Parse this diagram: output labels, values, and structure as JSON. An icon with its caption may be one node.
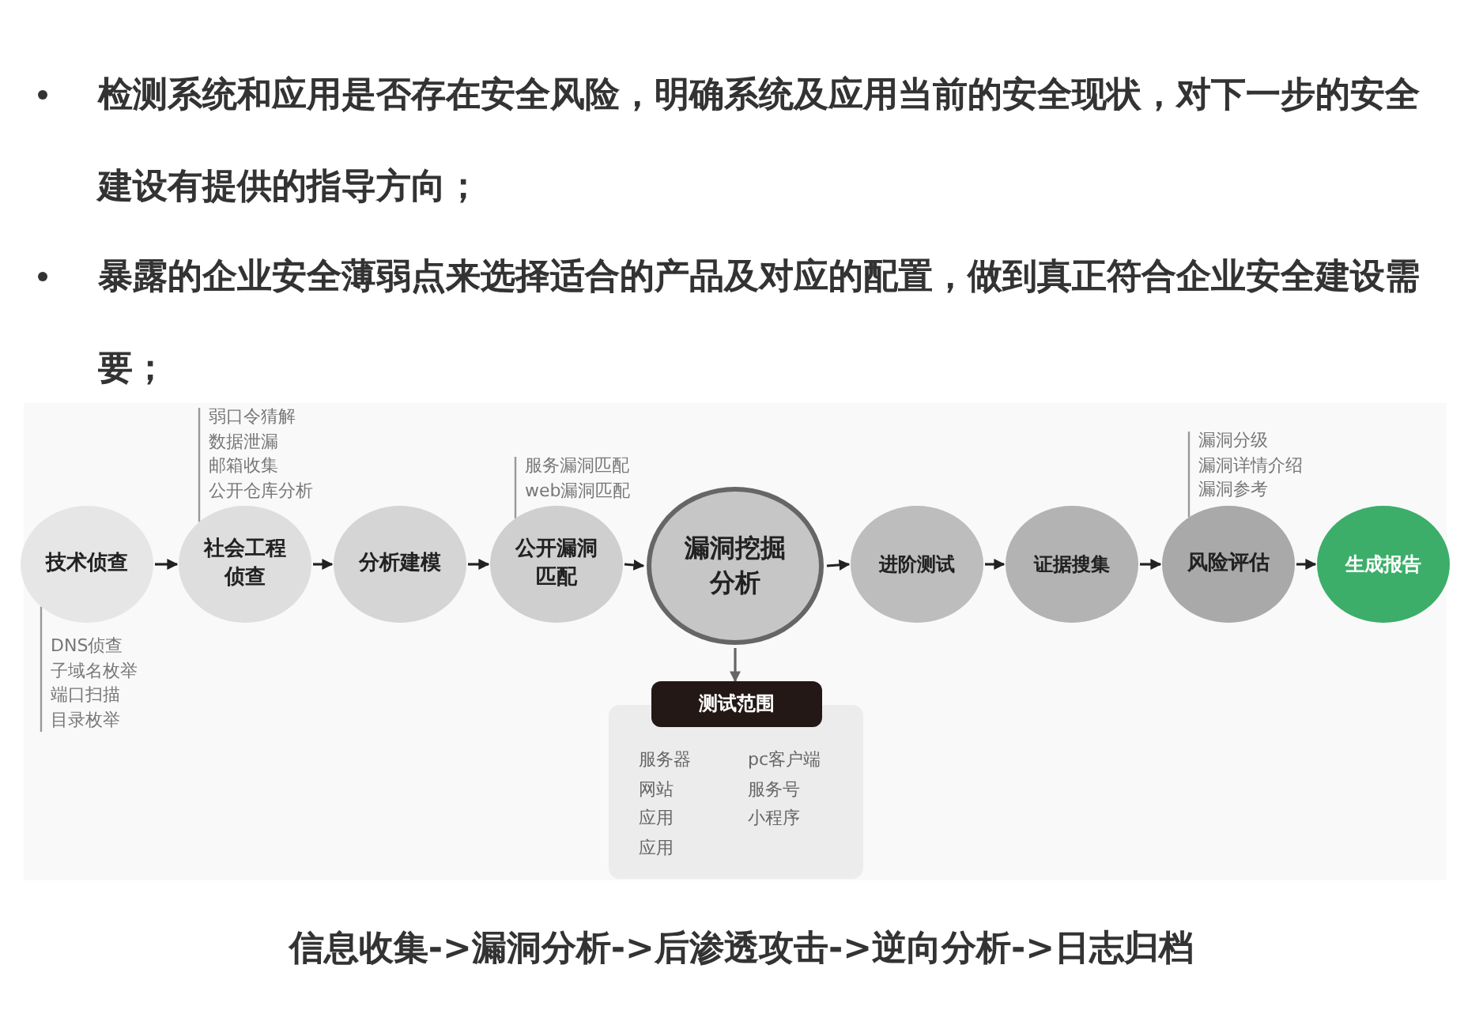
{
  "diagram": {
    "nodes": [
      {
        "text": [
          "技术侦查"
        ]
      },
      {
        "text": [
          "社会工程侦查"
        ]
      },
      {
        "text": [
          "分析建模"
        ]
      },
      {
        "text": [
          "公开漏洞匹配"
        ]
      },
      {
        "text": [
          "漏洞挖掘分析"
        ]
      },
      {
        "text": [
          "进阶测试"
        ]
      },
      {
        "text": [
          "证据搜集"
        ]
      },
      {
        "text": [
          "风险评估"
        ]
      },
      {
        "text": [
          "生成报告"
        ]
      },
      {
        "text": [
          "测试范围",
          "服务器",
          "pc客户端",
          "网站",
          "服务号",
          "应用",
          "小程序",
          "应用"
        ]
      },
      {
        "text": [
          "DNS侦查",
          "子域名枚举",
          "端口扫描",
          "目录枚举"
        ]
      },
      {
        "text": [
          "弱口令猜解",
          "数据泄漏",
          "邮箱收集",
          "公开仓库分析"
        ]
      },
      {
        "text": [
          "服务漏洞匹配",
          "web漏洞匹配"
        ]
      },
      {
        "text": [
          "漏洞分级",
          "漏洞详情介绍",
          "漏洞参考"
        ]
      }
    ],
    "edges": [
      {
        "from": 0,
        "to": 1,
        "arrow": "to"
      },
      {
        "from": 1,
        "to": 2,
        "arrow": "to"
      },
      {
        "from": 2,
        "to": 3,
        "arrow": "to"
      },
      {
        "from": 3,
        "to": 4,
        "arrow": "to"
      },
      {
        "from": 4,
        "to": 5,
        "arrow": "to"
      },
      {
        "from": 5,
        "to": 6,
        "arrow": "to"
      },
      {
        "from": 6,
        "to": 7,
        "arrow": "to"
      },
      {
        "from": 7,
        "to": 8,
        "arrow": "to"
      },
      {
        "from": 4,
        "to": 9,
        "arrow": "to",
        "color": "#666666"
      },
      {
        "from": 10,
        "to": 0,
        "arrow": "none",
        "color": "#999999"
      },
      {
        "from": 11,
        "to": 1,
        "arrow": "none",
        "color": "#999999"
      },
      {
        "from": 12,
        "to": 3,
        "arrow": "none",
        "color": "#999999"
      },
      {
        "from": 13,
        "to": 7,
        "arrow": "none",
        "color": "#999999"
      }
    ],
    "labels": [
      "检测系统和应用是否存在安全风险，明确系统及应用当前的安全现状，对下一步的安全建设有提供的指导方向；",
      "暴露的企业安全薄弱点来选择适合的产品及对应的配置，做到真正符合企业安全建设需要；",
      "信息收集->漏洞分析->后渗透攻击->逆向分析->日志归档"
    ]
  }
}
